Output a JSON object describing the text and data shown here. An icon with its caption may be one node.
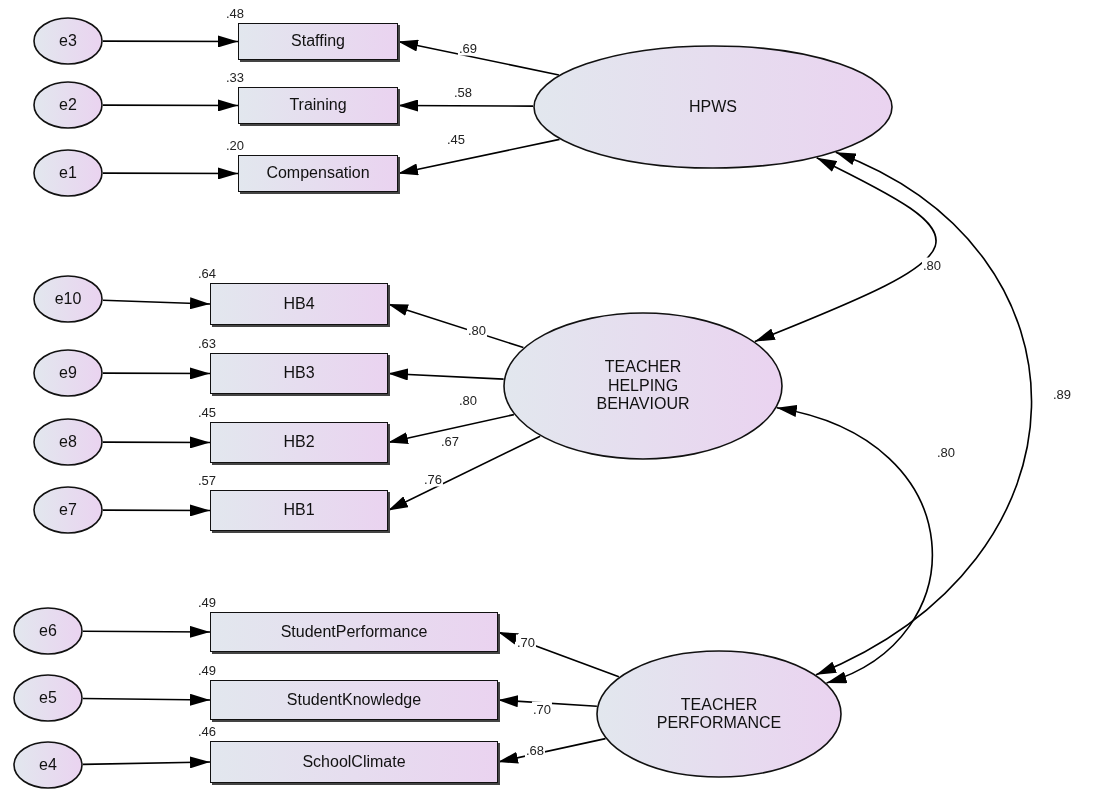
{
  "diagram": {
    "nodes": [
      {
        "text": [
          "e3"
        ]
      },
      {
        "text": [
          "Staffing"
        ],
        "beside": [
          ".48"
        ]
      },
      {
        "text": [
          "HPWS"
        ]
      },
      {
        "text": [
          "e2"
        ]
      },
      {
        "text": [
          "Training"
        ],
        "beside": [
          ".33"
        ]
      },
      {
        "text": [
          "e1"
        ]
      },
      {
        "text": [
          "Compensation"
        ],
        "beside": [
          ".20"
        ]
      },
      {
        "text": [
          "e10"
        ]
      },
      {
        "text": [
          "HB4"
        ],
        "beside": [
          ".64"
        ]
      },
      {
        "text": [
          "e9"
        ]
      },
      {
        "text": [
          "HB3"
        ],
        "beside": [
          ".63"
        ]
      },
      {
        "text": [
          "TEACHER HELPING BEHAVIOUR"
        ]
      },
      {
        "text": [
          "e8"
        ]
      },
      {
        "text": [
          "HB2"
        ],
        "beside": [
          ".45"
        ]
      },
      {
        "text": [
          "e7"
        ]
      },
      {
        "text": [
          "HB1"
        ],
        "beside": [
          ".57"
        ]
      },
      {
        "text": [
          "e6"
        ]
      },
      {
        "text": [
          "StudentPerformance"
        ],
        "beside": [
          ".49"
        ]
      },
      {
        "text": [
          "e5"
        ]
      },
      {
        "text": [
          "StudentKnowledge"
        ],
        "beside": [
          ".49"
        ]
      },
      {
        "text": [
          "TEACHER PERFORMANCE"
        ]
      },
      {
        "text": [
          "e4"
        ]
      },
      {
        "text": [
          "SchoolClimate"
        ],
        "beside": [
          ".46"
        ]
      }
    ],
    "edges": [
      {
        "from": 0,
        "to": 1,
        "arrow": "to"
      },
      {
        "from": 2,
        "to": 1,
        "arrow": "to",
        "label": ".69"
      },
      {
        "from": 3,
        "to": 4,
        "arrow": "to"
      },
      {
        "from": 2,
        "to": 4,
        "arrow": "to",
        "label": ".58"
      },
      {
        "from": 5,
        "to": 6,
        "arrow": "to"
      },
      {
        "from": 2,
        "to": 6,
        "arrow": "to",
        "label": ".45"
      },
      {
        "from": 7,
        "to": 8,
        "arrow": "to"
      },
      {
        "from": 11,
        "to": 8,
        "arrow": "to",
        "label": ".80"
      },
      {
        "from": 9,
        "to": 10,
        "arrow": "to"
      },
      {
        "from": 11,
        "to": 10,
        "arrow": "to",
        "label": ".80"
      },
      {
        "from": 12,
        "to": 13,
        "arrow": "to"
      },
      {
        "from": 11,
        "to": 13,
        "arrow": "to",
        "label": ".67"
      },
      {
        "from": 14,
        "to": 15,
        "arrow": "to"
      },
      {
        "from": 11,
        "to": 15,
        "arrow": "to",
        "label": ".76"
      },
      {
        "from": 16,
        "to": 17,
        "arrow": "to"
      },
      {
        "from": 20,
        "to": 17,
        "arrow": "to",
        "label": ".70"
      },
      {
        "from": 18,
        "to": 19,
        "arrow": "to"
      },
      {
        "from": 20,
        "to": 19,
        "arrow": "to",
        "label": ".70"
      },
      {
        "from": 21,
        "to": 22,
        "arrow": "to"
      },
      {
        "from": 20,
        "to": 22,
        "arrow": "to",
        "label": ".68"
      },
      {
        "from": 2,
        "to": 11,
        "arrow": "both",
        "label": ".80"
      },
      {
        "from": 2,
        "to": 20,
        "arrow": "both",
        "label": ".89"
      },
      {
        "from": 11,
        "to": 20,
        "arrow": "both",
        "label": ".80"
      }
    ]
  }
}
